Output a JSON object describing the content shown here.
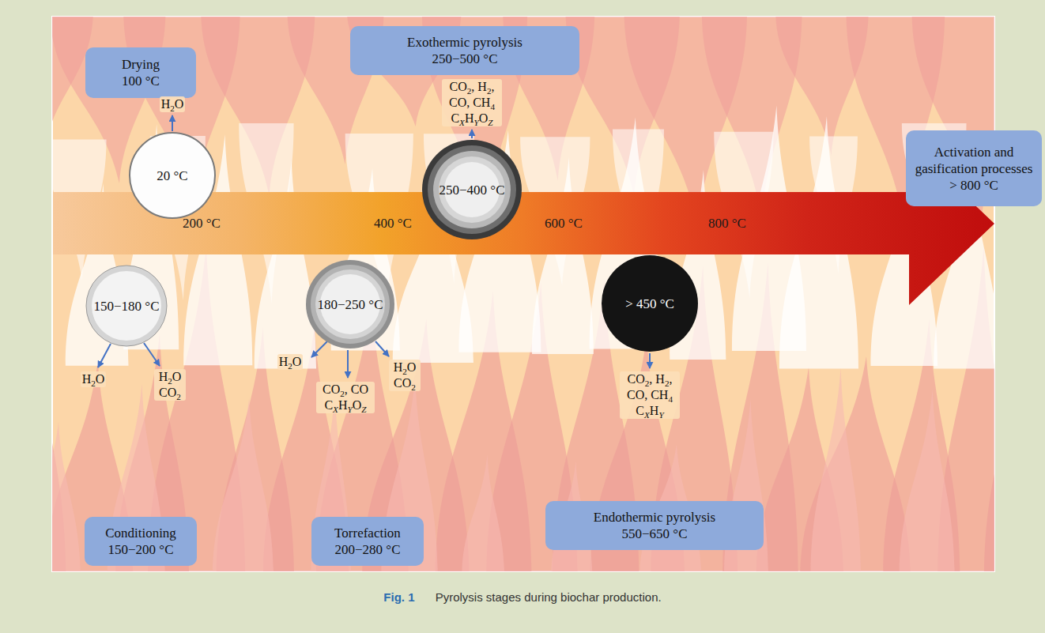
{
  "diagram": {
    "caption": "Fig. 1 Pyrolysis stages during biochar production.",
    "nodes": [
      {
        "text": [
          "Drying",
          "100 °C"
        ]
      },
      {
        "text": [
          "Exothermic pyrolysis",
          "250−500 °C"
        ]
      },
      {
        "text": [
          "Activation and gasification processes",
          "> 800 °C"
        ]
      },
      {
        "text": [
          "20 °C"
        ]
      },
      {
        "text": [
          "250−400 °C"
        ]
      },
      {
        "text": [
          "150−180 °C"
        ]
      },
      {
        "text": [
          "180−250 °C"
        ]
      },
      {
        "text": [
          "> 450 °C"
        ]
      },
      {
        "text": [
          "Conditioning",
          "150−200 °C"
        ]
      },
      {
        "text": [
          "Torrefaction",
          "200−280 °C"
        ]
      },
      {
        "text": [
          "Endothermic pyrolysis",
          "550−650 °C"
        ]
      }
    ],
    "labels": [
      "H2O",
      "CO2, H2, CO, CH4 CXHYOZ",
      "200 °C",
      "400 °C",
      "600 °C",
      "800 °C",
      "H2O",
      "H2O CO2",
      "H2O",
      "CO2, CO CXHYOZ",
      "H2O CO2",
      "CO2, H2, CO, CH4 CXHY"
    ]
  }
}
